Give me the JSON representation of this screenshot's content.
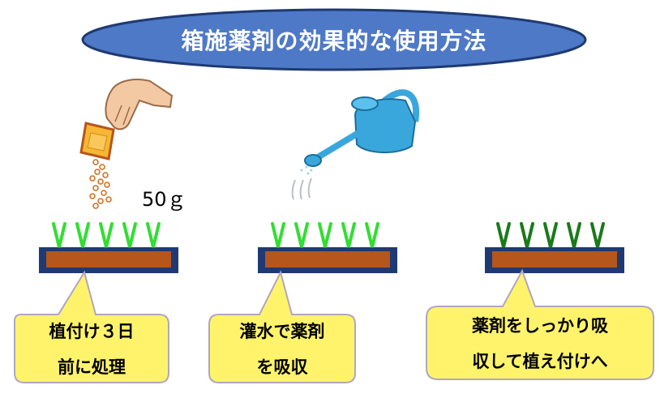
{
  "title": "箱施薬剤の効果的な使用方法",
  "amount_label": "50ｇ",
  "steps": [
    {
      "line1": "植付け３日",
      "line2": "前に処理"
    },
    {
      "line1": "灌水で薬剤",
      "line2": "を吸収"
    },
    {
      "line1": "薬剤をしっかり吸",
      "line2": "収して植え付けへ"
    }
  ],
  "colors": {
    "title_fill": "#4e79c7",
    "title_stroke": "#1f3a72",
    "soil": "#b5561c",
    "tray": "#1f3a72",
    "sprout_light": "#33dd33",
    "sprout_dark": "#1a7a1a",
    "callout_fill": "#fff36b",
    "callout_stroke": "#b0a6bf",
    "can": "#3aa7dc"
  }
}
